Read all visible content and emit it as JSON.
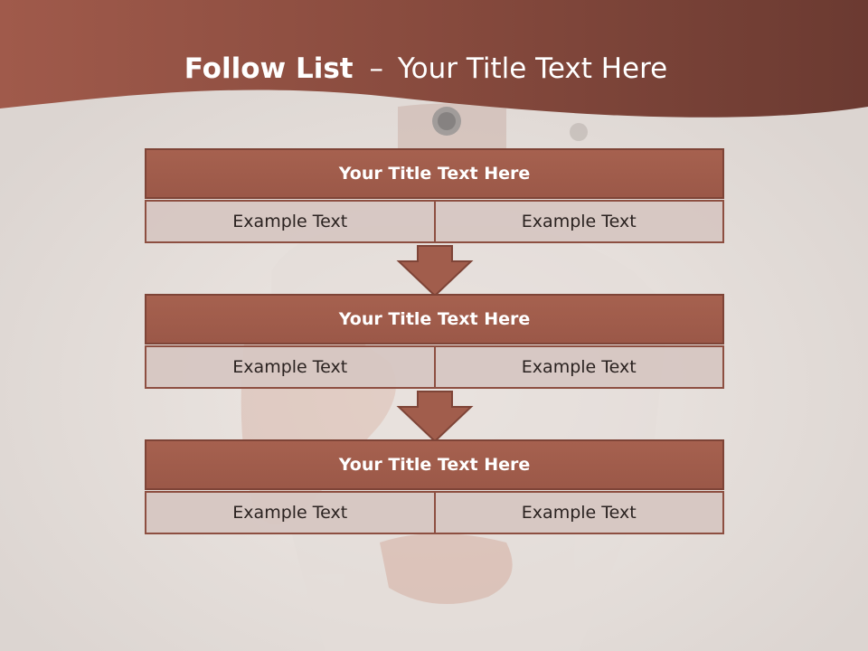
{
  "slide": {
    "title_bold": "Follow List",
    "title_separator": "–",
    "title_rest": "Your Title Text Here"
  },
  "blocks": [
    {
      "title": "Your Title Text Here",
      "left": "Example Text",
      "right": "Example Text"
    },
    {
      "title": "Your Title Text Here",
      "left": "Example Text",
      "right": "Example Text"
    },
    {
      "title": "Your Title Text Here",
      "left": "Example Text",
      "right": "Example Text"
    }
  ],
  "colors": {
    "header_band": "#7a3f33",
    "block_header": "#a6614f",
    "cell_fill": "#d6c6c2",
    "arrow_fill": "#a15d4c"
  }
}
